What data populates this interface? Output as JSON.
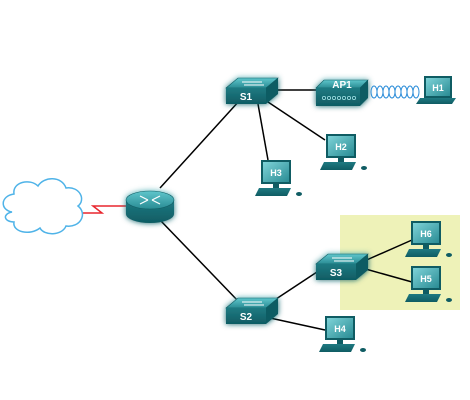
{
  "devices": {
    "s1": "S1",
    "s2": "S2",
    "s3": "S3",
    "ap1": "AP1",
    "h1": "H1",
    "h2": "H2",
    "h3": "H3",
    "h4": "H4",
    "h5": "H5",
    "h6": "H6"
  },
  "colors": {
    "link": "#000000",
    "serial_link": "#e8262e",
    "device_teal": "#2a8c94",
    "device_dark": "#0f5c63",
    "highlight_glow": "#3ab0ff",
    "cloud_stroke": "#4fb3e8",
    "zone_fill": "#eef2b8"
  }
}
